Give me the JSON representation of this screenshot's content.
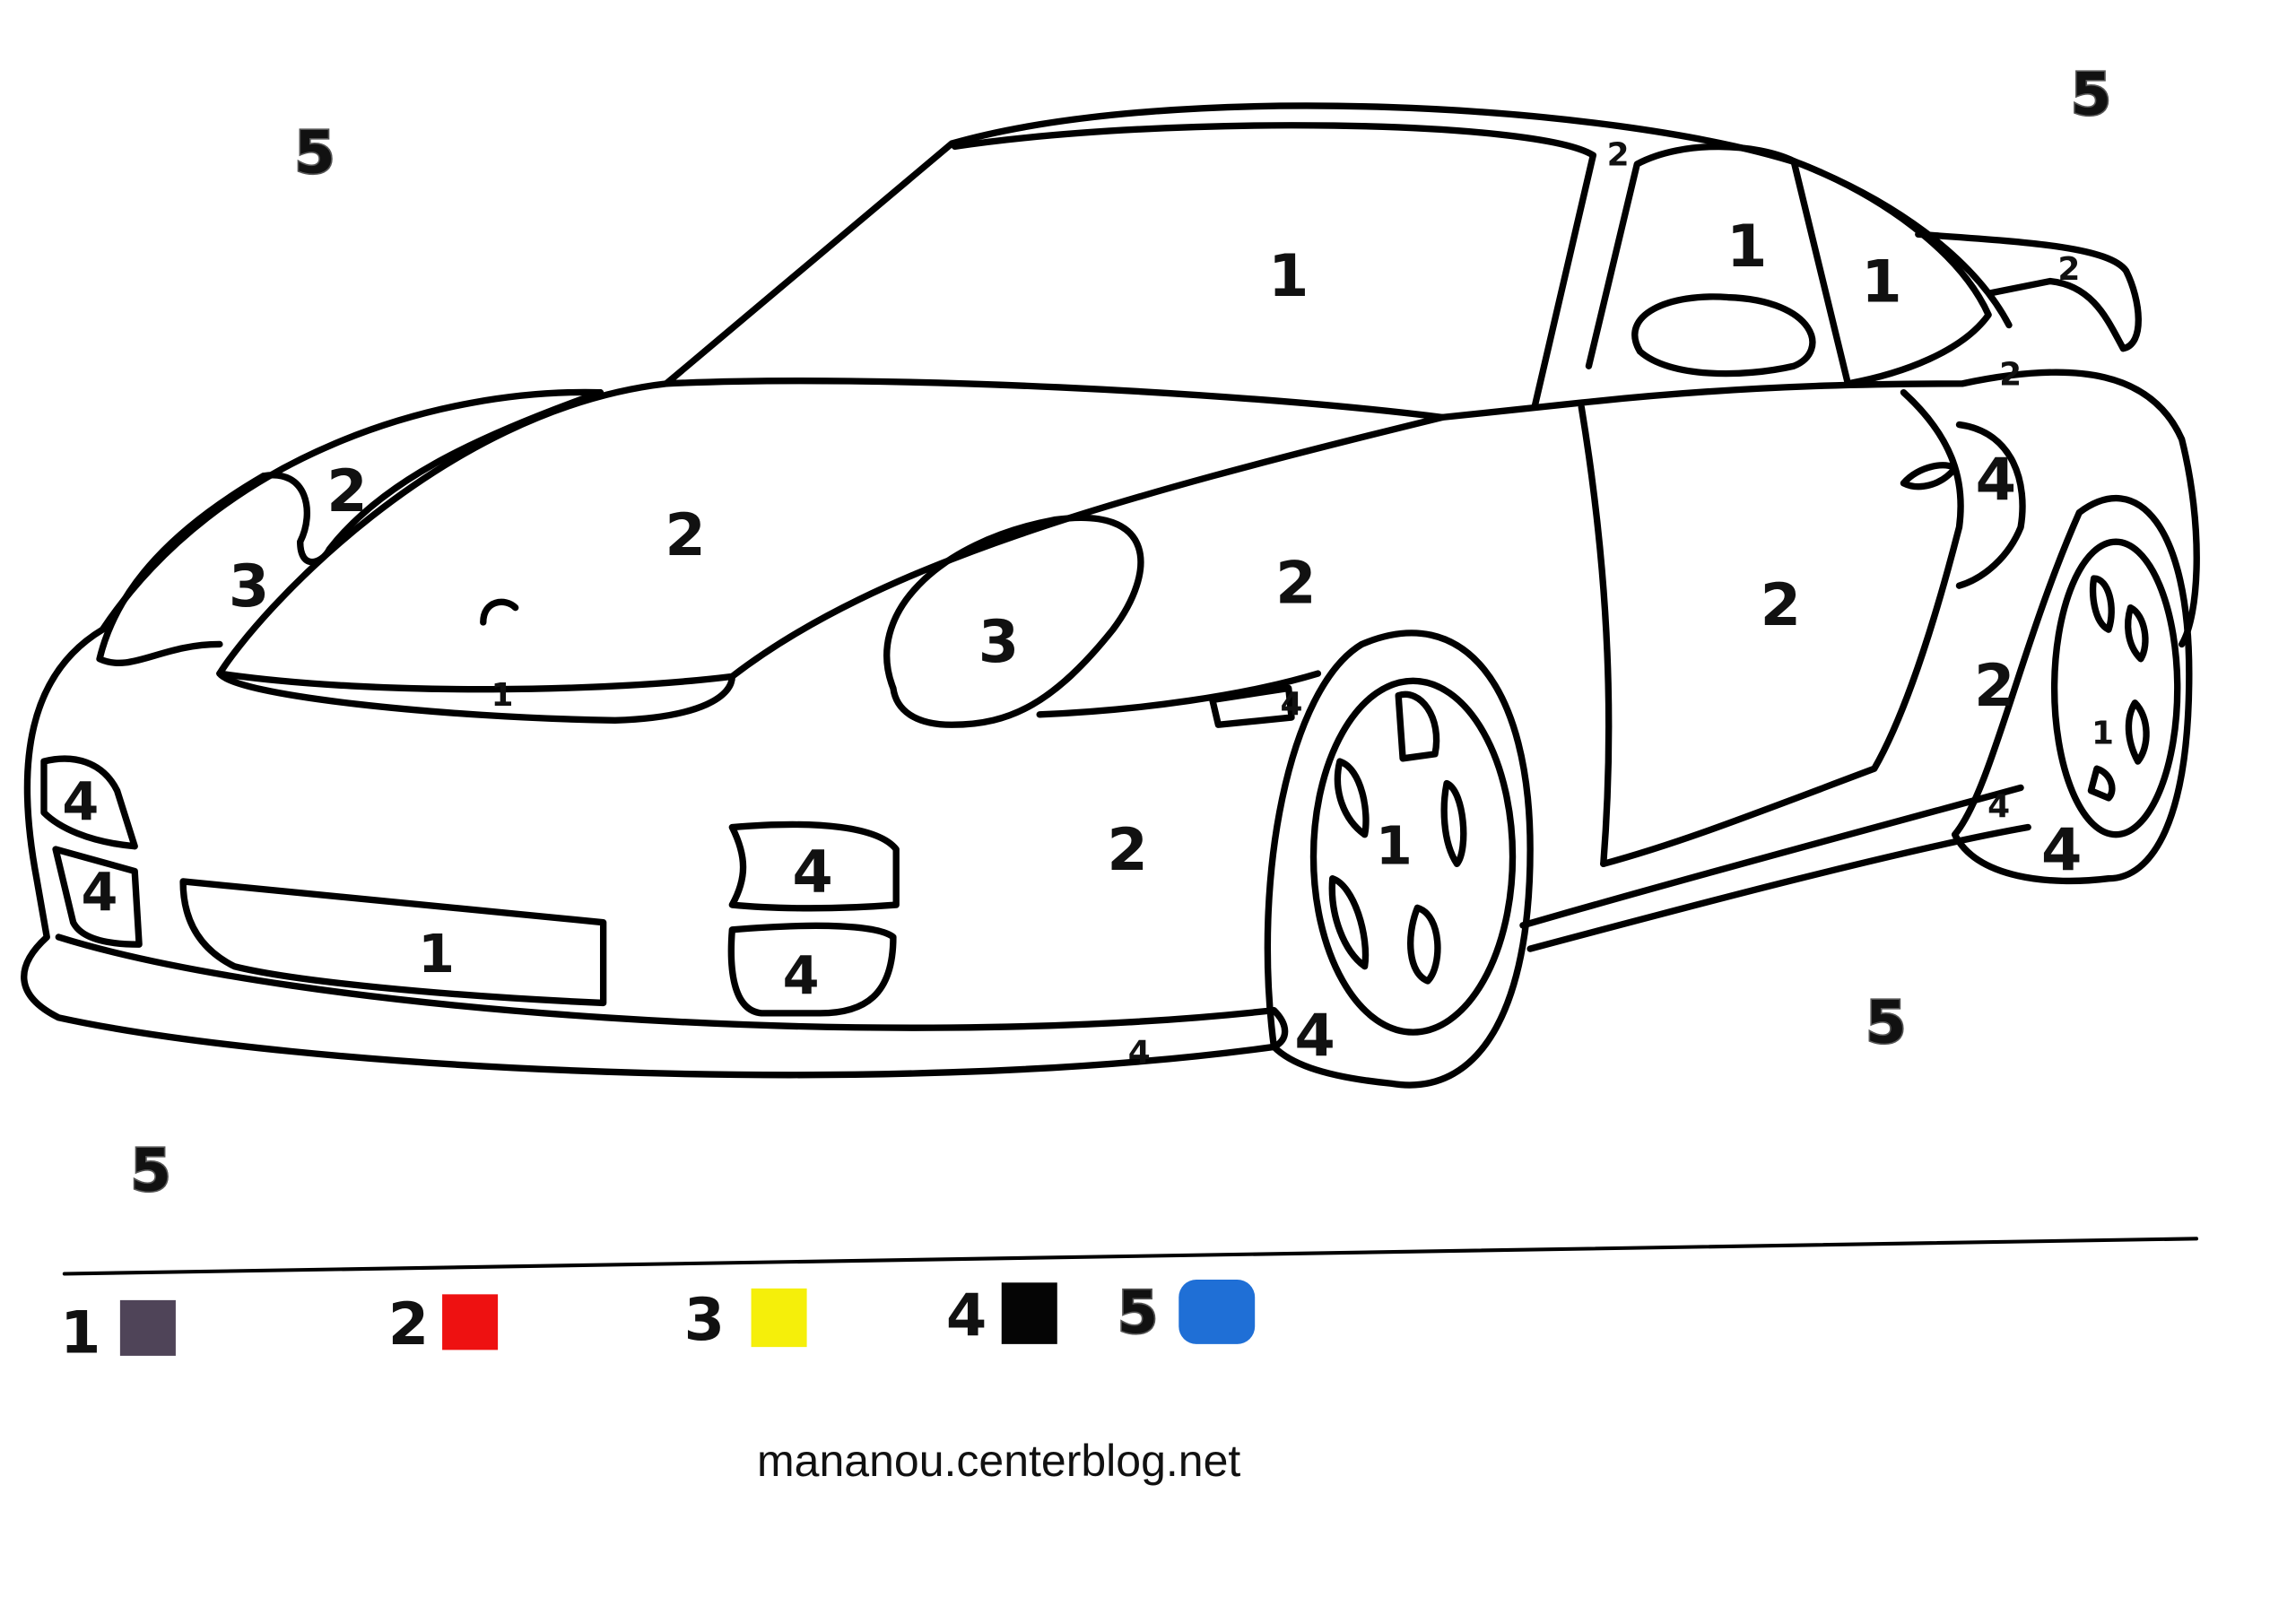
{
  "labels": {
    "background": [
      "5",
      "5",
      "5",
      "5"
    ],
    "windows": [
      "1",
      "1",
      "1"
    ],
    "grilles": [
      "1",
      "1"
    ],
    "wheels": [
      "1",
      "1"
    ],
    "body": [
      "2",
      "2",
      "2",
      "2",
      "2",
      "2",
      "2",
      "2",
      "2"
    ],
    "lights_yellow": [
      "3",
      "3"
    ],
    "black_parts": [
      "4",
      "4",
      "4",
      "4",
      "4",
      "4",
      "4",
      "4",
      "4",
      "4"
    ]
  },
  "legend": [
    {
      "number": "1",
      "color": "#4f4458"
    },
    {
      "number": "2",
      "color": "#ee1111"
    },
    {
      "number": "3",
      "color": "#f5ef0a"
    },
    {
      "number": "4",
      "color": "#050505"
    },
    {
      "number": "5",
      "color": "#1f6fd6"
    }
  ],
  "footer": {
    "website": "mananou.centerblog.net"
  }
}
